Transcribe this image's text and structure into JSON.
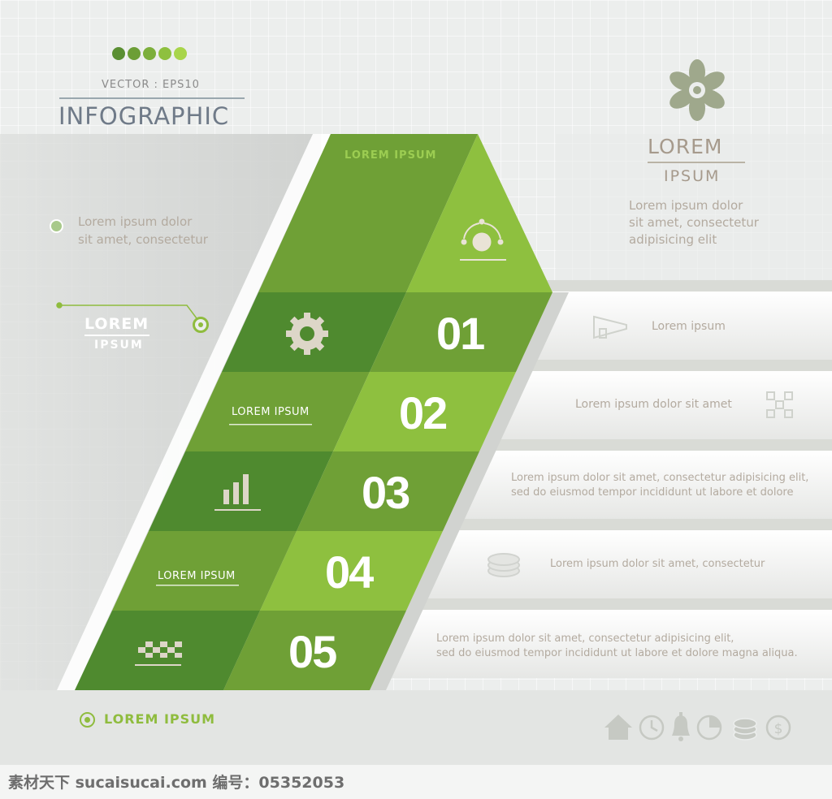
{
  "header": {
    "dot_colors": [
      "#5a8f32",
      "#6c9e36",
      "#7caf3b",
      "#8ec03f",
      "#a8d54a"
    ],
    "vector_label": "VECTOR : EPS10",
    "title": "INFOGRAPHIC"
  },
  "left_panel": {
    "desc_line1": "Lorem ipsum dolor",
    "desc_line2": "sit amet, consectetur",
    "lorem": "LOREM",
    "ipsum": "IPSUM"
  },
  "right_panel": {
    "logo_icon": "flower-ornament-icon",
    "lorem": "LOREM",
    "ipsum": "IPSUM",
    "desc_line1": "Lorem ipsum dolor",
    "desc_line2": "sit amet, consectetur",
    "desc_line3": "adipisicing elit"
  },
  "diagram": {
    "top_label": "LOREM IPSUM",
    "top_icon": "network-user-icon",
    "steps": [
      {
        "number": "01",
        "left_icon": "gear-icon",
        "left_label": ""
      },
      {
        "number": "02",
        "left_icon": "",
        "left_label": "LOREM IPSUM"
      },
      {
        "number": "03",
        "left_icon": "bar-chart-icon",
        "left_label": ""
      },
      {
        "number": "04",
        "left_icon": "",
        "left_label": "LOREM IPSUM"
      },
      {
        "number": "05",
        "left_icon": "checkered-flag-icon",
        "left_label": ""
      }
    ]
  },
  "bars": [
    {
      "icon": "megaphone-icon",
      "line1": "Lorem ipsum",
      "line2": ""
    },
    {
      "icon": "puzzle-icon",
      "line1": "Lorem ipsum dolor sit amet",
      "line2": ""
    },
    {
      "icon": "",
      "line1": "Lorem ipsum dolor sit amet, consectetur  adipisicing elit,",
      "line2": "sed do eiusmod tempor  incididunt ut labore et dolore"
    },
    {
      "icon": "coins-icon",
      "line1": "Lorem ipsum dolor sit amet, consectetur",
      "line2": ""
    },
    {
      "icon": "",
      "line1": "Lorem ipsum dolor sit amet, consectetur  adipisicing elit,",
      "line2": "sed do eiusmod tempor  incididunt ut labore et dolore magna aliqua."
    }
  ],
  "footer": {
    "label": "LOREM IPSUM",
    "icons": [
      "home-icon",
      "clock-icon",
      "bell-icon",
      "pie-chart-icon",
      "coins-icon",
      "dollar-icon"
    ]
  },
  "colors": {
    "green_dark": "#4f8a2f",
    "green_mid": "#6fa036",
    "green_light": "#8ec03f",
    "accent_text": "#8fbc3e",
    "muted_text": "#b3aa9f"
  },
  "watermark": "素材天下 sucaisucai.com  编号：05352053"
}
